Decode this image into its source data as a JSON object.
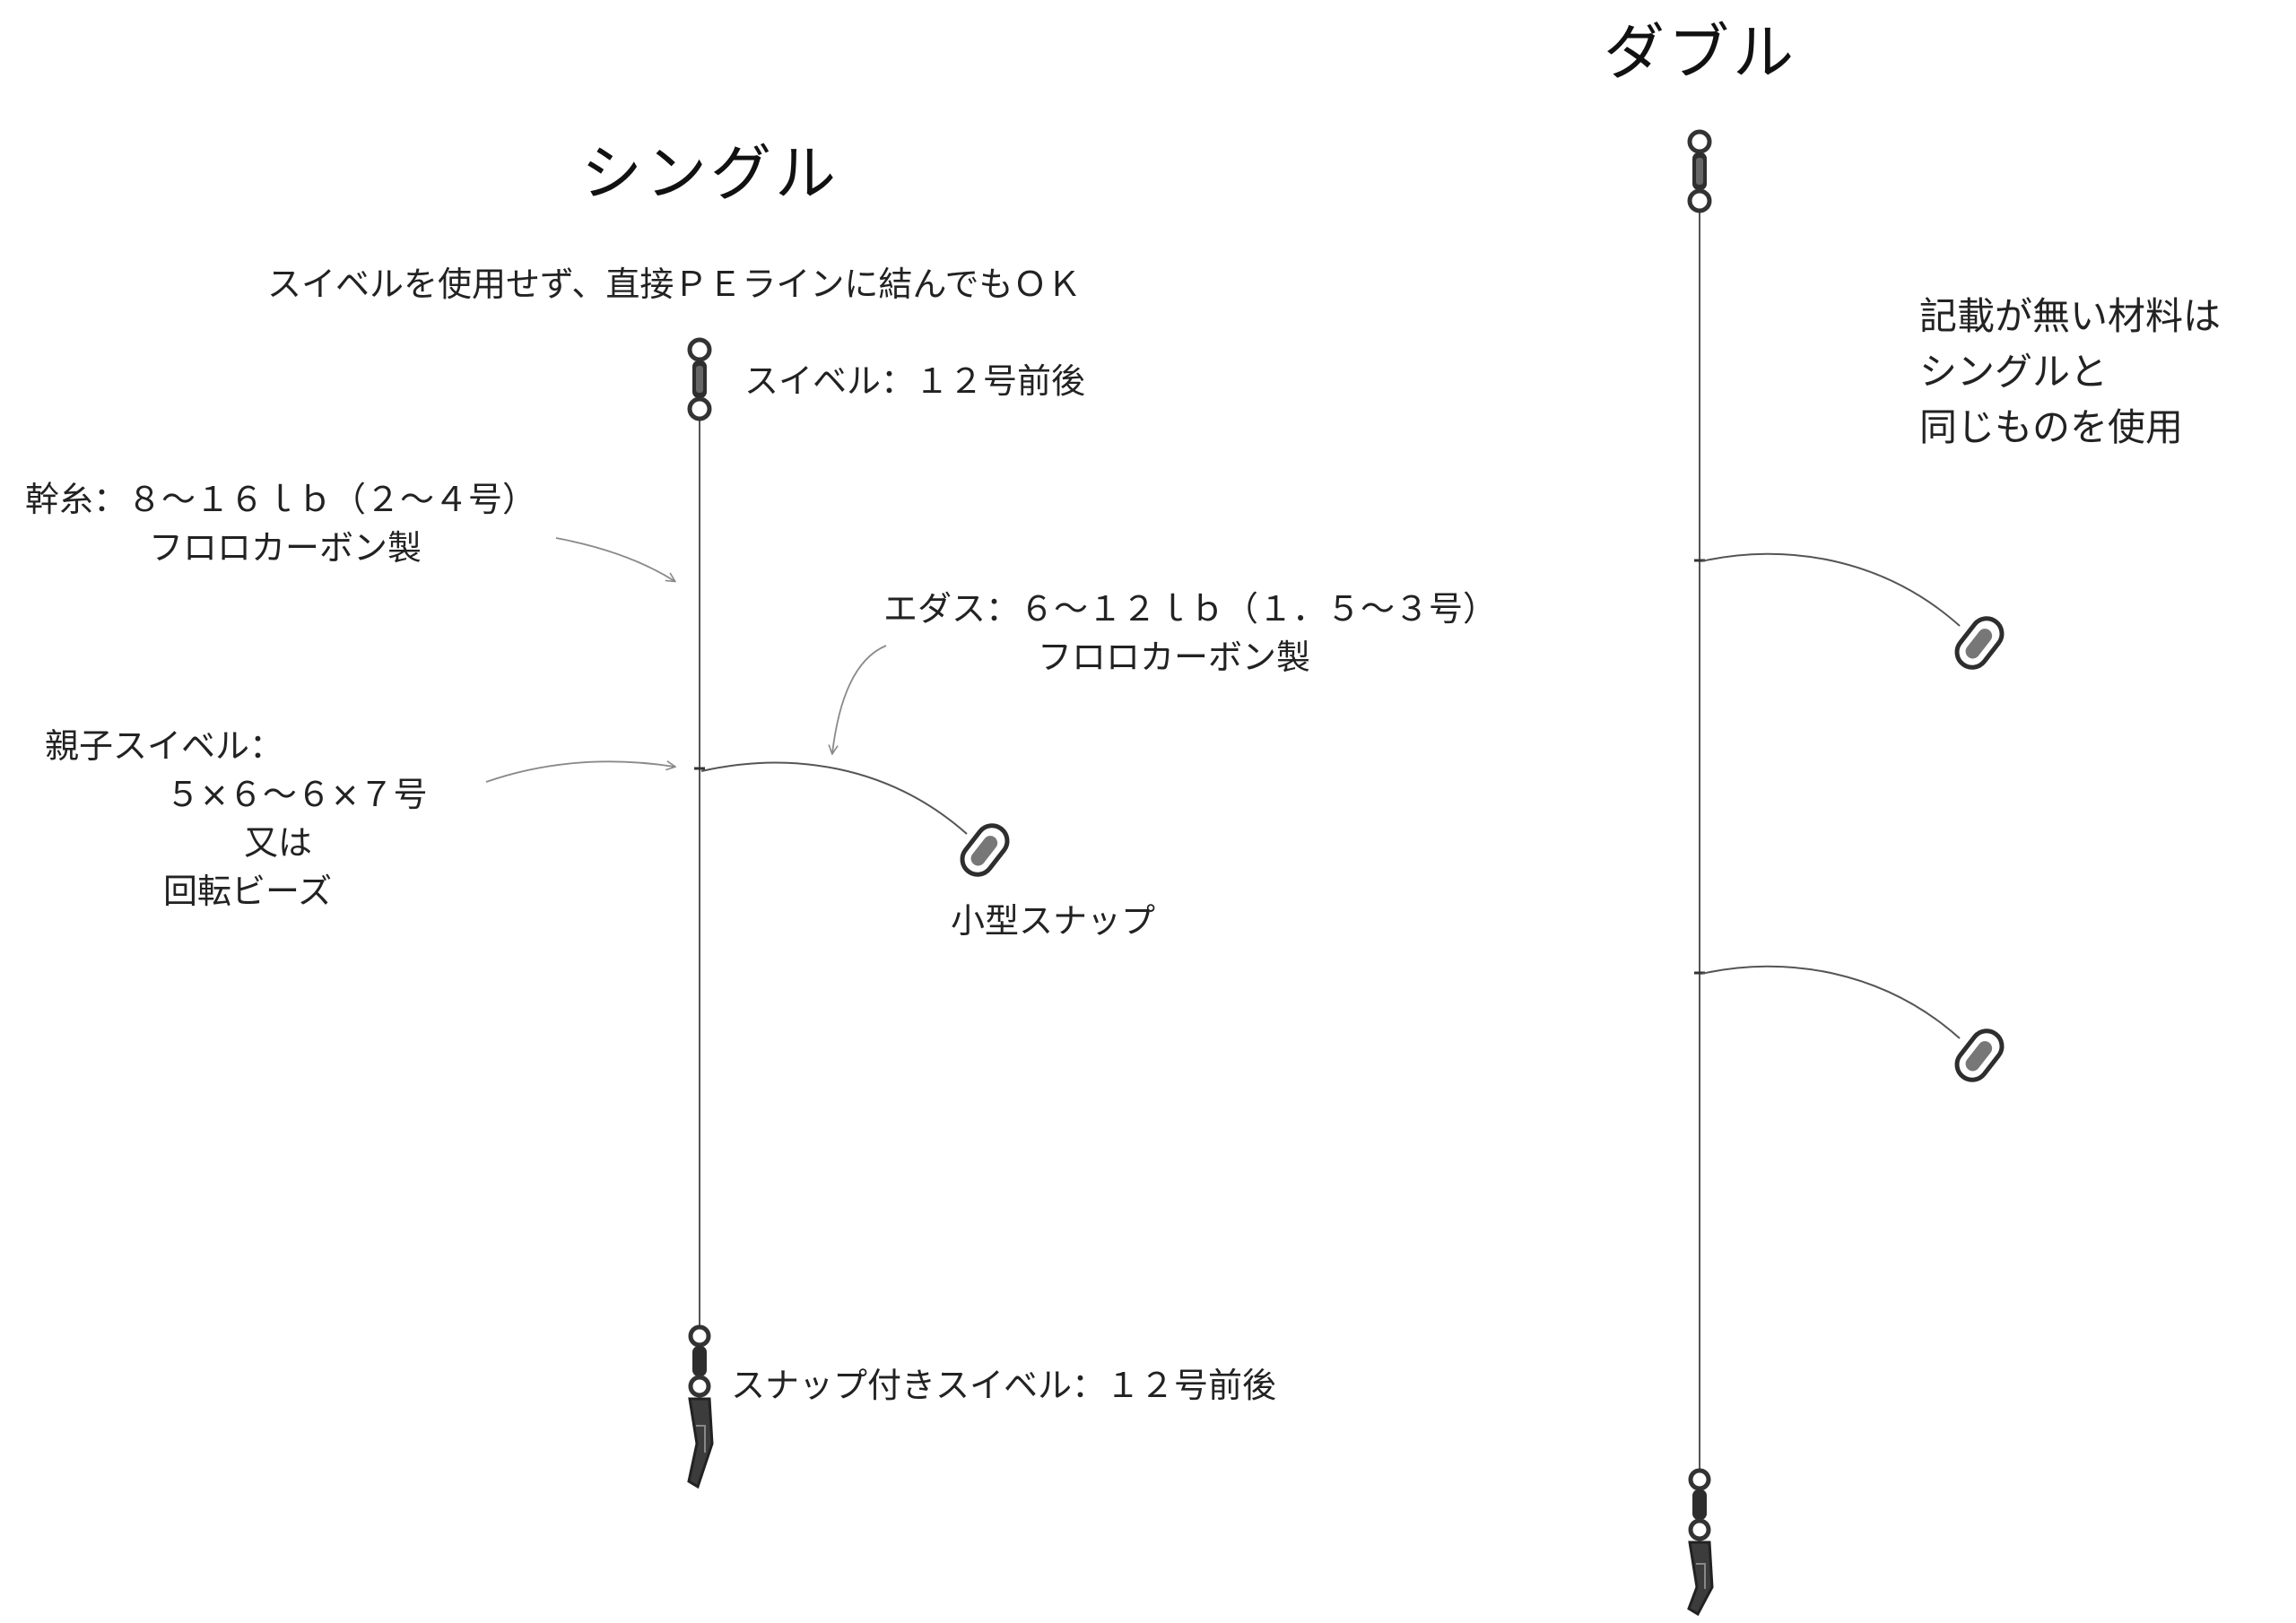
{
  "diagram": {
    "single": {
      "title": "シングル",
      "note": "スイベルを使用せず、直接ＰＥラインに結んでもＯＫ",
      "top_swivel": "スイベル：１２号前後",
      "main_line": [
        "幹糸：８～１６ｌｂ（２～４号）",
        "フロロカーボン製"
      ],
      "branch_line": [
        "エダス：６～１２ｌｂ（１．５～３号）",
        "フロロカーボン製"
      ],
      "cross_swivel": [
        "親子スイベル：",
        "５×６～６×７号",
        "又は",
        "回転ビーズ"
      ],
      "small_snap": "小型スナップ",
      "bottom_swivel": "スナップ付きスイベル：１２号前後"
    },
    "double": {
      "title": "ダブル",
      "note": [
        "記載が無い材料は",
        "シングルと",
        "同じものを使用"
      ]
    }
  },
  "colors": {
    "line": "#555555",
    "swivel_ring": "#3a3a3a",
    "swivel_body": "#2e2e2e",
    "snap_fill": "#3c3c3c",
    "arrow": "#8a8a8a"
  }
}
